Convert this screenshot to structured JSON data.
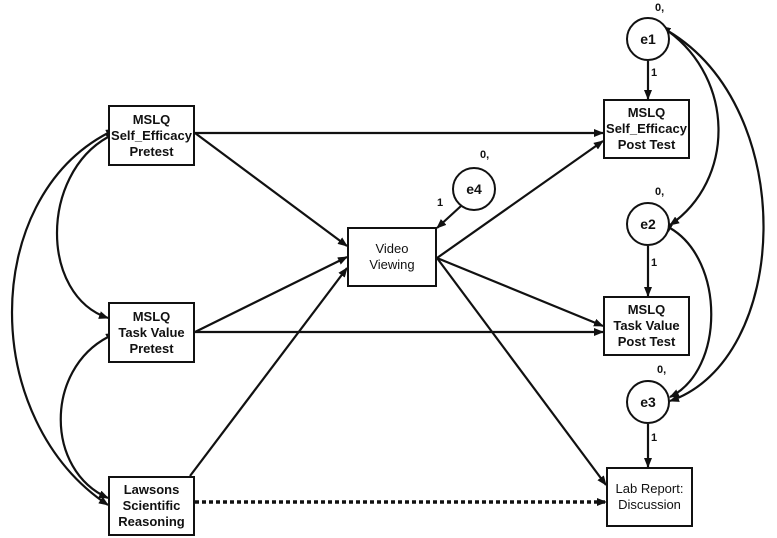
{
  "observed_variables": {
    "se_pre": {
      "lines": [
        "MSLQ",
        "Self_Efficacy",
        "Pretest"
      ]
    },
    "tv_pre": {
      "lines": [
        "MSLQ",
        "Task Value",
        "Pretest"
      ]
    },
    "lawsons": {
      "lines": [
        "Lawsons",
        "Scientific",
        "Reasoning"
      ]
    },
    "video": {
      "lines": [
        "Video",
        "Viewing"
      ]
    },
    "se_post": {
      "lines": [
        "MSLQ",
        "Self_Efficacy",
        "Post Test"
      ]
    },
    "tv_post": {
      "lines": [
        "MSLQ",
        "Task Value",
        "Post Test"
      ]
    },
    "lab": {
      "lines": [
        "Lab Report:",
        "Discussion"
      ]
    }
  },
  "error_terms": {
    "e1": {
      "label": "e1",
      "mean_label": "0,",
      "path_label": "1"
    },
    "e2": {
      "label": "e2",
      "mean_label": "0,",
      "path_label": "1"
    },
    "e3": {
      "label": "e3",
      "mean_label": "0,",
      "path_label": "1"
    },
    "e4": {
      "label": "e4",
      "mean_label": "0,",
      "path_label": "1"
    }
  },
  "paths": [
    {
      "from": "se_pre",
      "to": "se_post",
      "style": "solid"
    },
    {
      "from": "se_pre",
      "to": "video",
      "style": "solid"
    },
    {
      "from": "tv_pre",
      "to": "video",
      "style": "solid"
    },
    {
      "from": "tv_pre",
      "to": "tv_post",
      "style": "solid"
    },
    {
      "from": "lawsons",
      "to": "video",
      "style": "solid"
    },
    {
      "from": "lawsons",
      "to": "lab",
      "style": "dotted"
    },
    {
      "from": "video",
      "to": "se_post",
      "style": "solid"
    },
    {
      "from": "video",
      "to": "tv_post",
      "style": "solid"
    },
    {
      "from": "video",
      "to": "lab",
      "style": "solid"
    },
    {
      "from": "e1",
      "to": "se_post",
      "style": "solid"
    },
    {
      "from": "e2",
      "to": "tv_post",
      "style": "solid"
    },
    {
      "from": "e3",
      "to": "lab",
      "style": "solid"
    },
    {
      "from": "e4",
      "to": "video",
      "style": "solid"
    }
  ],
  "covariances": [
    {
      "a": "se_pre",
      "b": "tv_pre"
    },
    {
      "a": "se_pre",
      "b": "lawsons"
    },
    {
      "a": "tv_pre",
      "b": "lawsons"
    },
    {
      "a": "e1",
      "b": "e2"
    },
    {
      "a": "e1",
      "b": "e3"
    },
    {
      "a": "e2",
      "b": "e3"
    }
  ]
}
